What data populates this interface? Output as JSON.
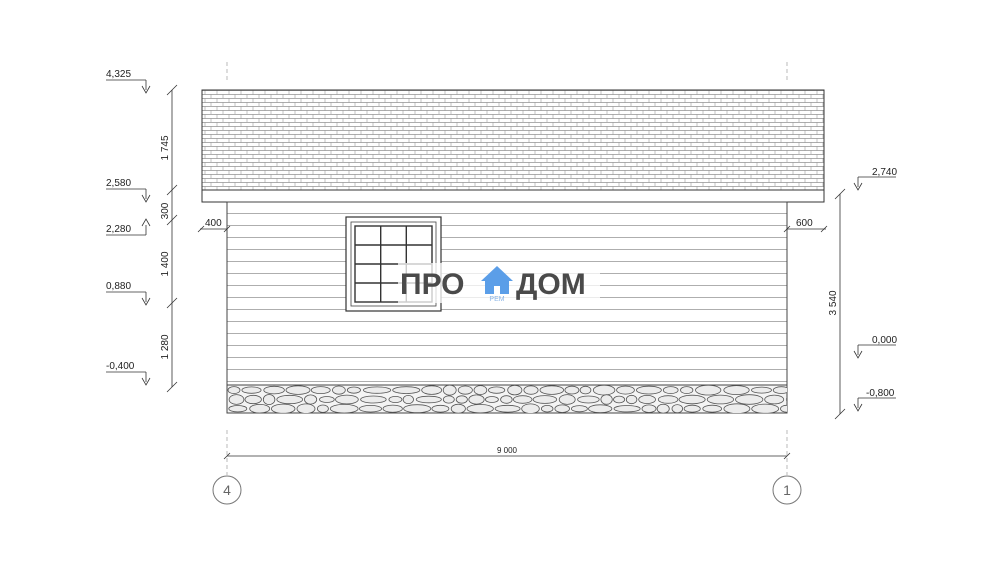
{
  "logo": {
    "left_text": "ПРО",
    "right_text": "ДОМ",
    "sub_text": "РЕМ",
    "accent_color": "#5b9ee8",
    "text_color": "#4a4a4a"
  },
  "elevation_marks": {
    "left": [
      "4,325",
      "2,580",
      "2,280",
      "0,880",
      "-0,400"
    ],
    "right": [
      "2,740",
      "0,000",
      "-0,800"
    ]
  },
  "dimensions": {
    "left_vertical": [
      "1 745",
      "300",
      "1 400",
      "1 280"
    ],
    "right_vertical": "3 540",
    "overhang_left": "400",
    "overhang_right": "600",
    "total_width": "9 000"
  },
  "axes": {
    "left": "4",
    "right": "1"
  }
}
